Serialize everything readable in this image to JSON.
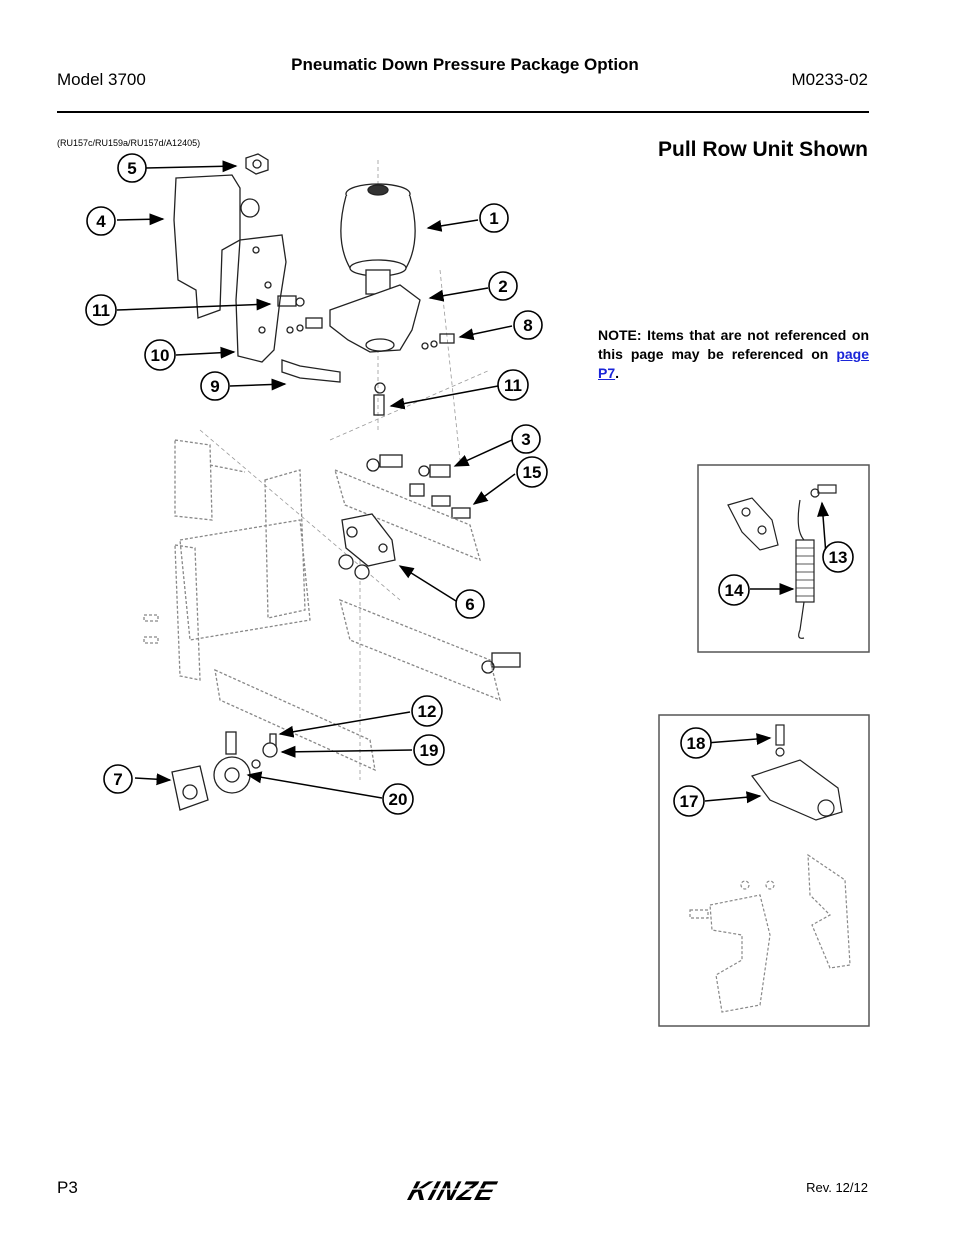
{
  "header": {
    "model": "Model 3700",
    "title": "Pneumatic Down Pressure Package Option",
    "doc_number": "M0233-02"
  },
  "figure_ref": "(RU157c/RU159a/RU157d/A12405)",
  "section_title": "Pull Row Unit Shown",
  "note": {
    "text_before": "NOTE: Items that are not referenced on this page may be referenced on ",
    "link_text": "page P7",
    "text_after": "."
  },
  "callouts": {
    "c1": "1",
    "c2": "2",
    "c3": "3",
    "c4": "4",
    "c5": "5",
    "c6": "6",
    "c7": "7",
    "c8": "8",
    "c9": "9",
    "c10": "10",
    "c11a": "11",
    "c11b": "11",
    "c12": "12",
    "c13": "13",
    "c14": "14",
    "c15": "15",
    "c17": "17",
    "c18": "18",
    "c19": "19",
    "c20": "20"
  },
  "footer": {
    "page": "P3",
    "brand": "KINZE",
    "revision": "Rev. 12/12"
  }
}
